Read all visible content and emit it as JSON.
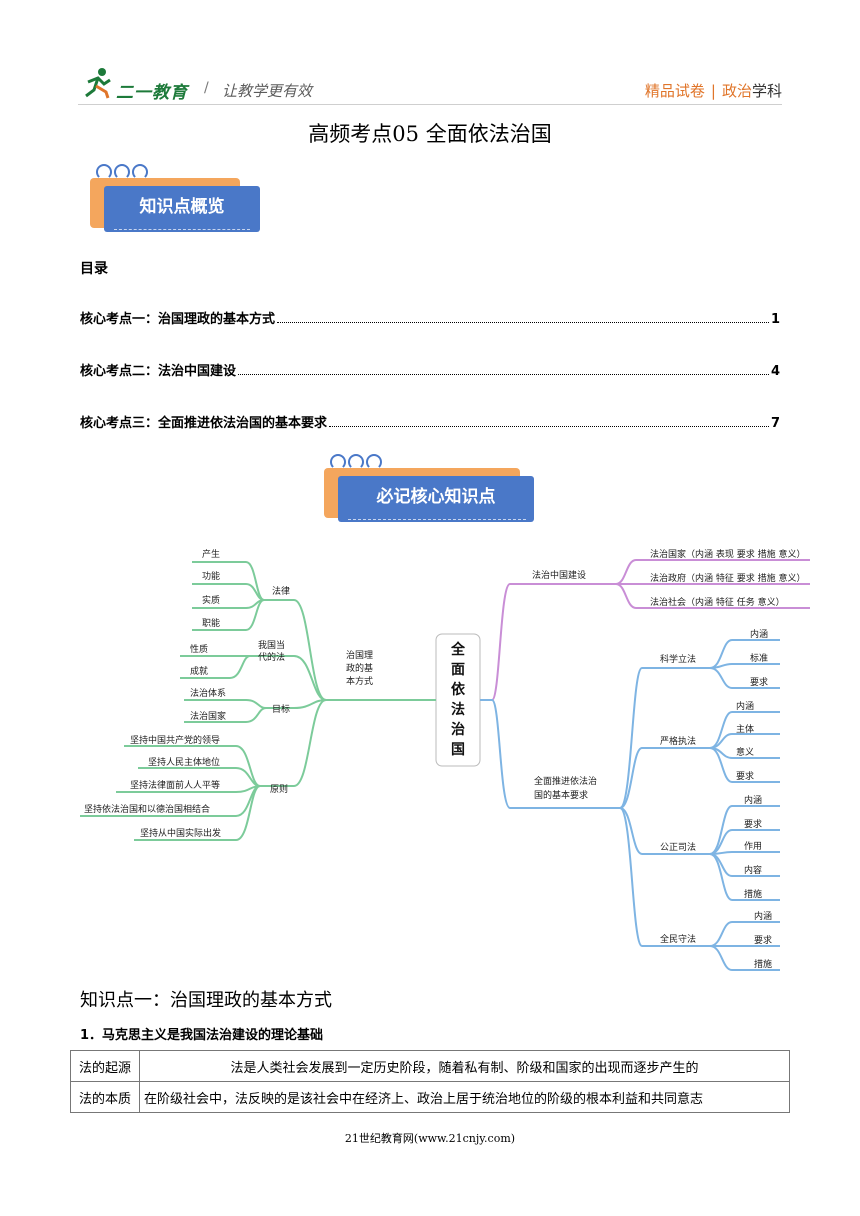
{
  "header": {
    "logo_text": "二一教育",
    "slogan": "让教学更有效",
    "right_a": "精品试卷",
    "right_sep": "|",
    "right_b": "政治",
    "right_c": "学科"
  },
  "doc_title": "高频考点05  全面依法治国",
  "badge1": "知识点概览",
  "toc": {
    "heading": "目录",
    "items": [
      {
        "label": "核心考点一：治国理政的基本方式",
        "page": "1"
      },
      {
        "label": "核心考点二：法治中国建设",
        "page": "4"
      },
      {
        "label": "核心考点三：全面推进依法治国的基本要求",
        "page": "7"
      }
    ]
  },
  "badge2": "必记核心知识点",
  "mindmap": {
    "center": [
      "全",
      "面",
      "依",
      "法",
      "治",
      "国"
    ],
    "left_main": [
      "治国理",
      "政的基",
      "本方式"
    ],
    "law": {
      "label": "法律",
      "items": [
        "产生",
        "功能",
        "实质",
        "职能"
      ]
    },
    "ourlaw": {
      "label": [
        "我国当",
        "代的法"
      ],
      "items": [
        "性质",
        "成就"
      ]
    },
    "goal": {
      "label": "目标",
      "items": [
        "法治体系",
        "法治国家"
      ]
    },
    "principle": {
      "label": "原则",
      "items": [
        "坚持中国共产党的领导",
        "坚持人民主体地位",
        "坚持法律面前人人平等",
        "坚持依法治国和以德治国相结合",
        "坚持从中国实际出发"
      ]
    },
    "right_top": {
      "label": "法治中国建设",
      "items": [
        "法治国家（内涵 表现 要求 措施 意义）",
        "法治政府（内涵 特征 要求 措施 意义）",
        "法治社会（内涵 特征 任务 意义）"
      ]
    },
    "right_bottom": {
      "label": [
        "全面推进依法治",
        "国的基本要求"
      ]
    },
    "kexue": {
      "label": "科学立法",
      "items": [
        "内涵",
        "标准",
        "要求"
      ]
    },
    "yange": {
      "label": "严格执法",
      "items": [
        "内涵",
        "主体",
        "意义",
        "要求"
      ]
    },
    "gongzheng": {
      "label": "公正司法",
      "items": [
        "内涵",
        "要求",
        "作用",
        "内容",
        "措施"
      ]
    },
    "quanmin": {
      "label": "全民守法",
      "items": [
        "内涵",
        "要求",
        "措施"
      ]
    }
  },
  "section": {
    "title": "知识点一：治国理政的基本方式",
    "subtitle": "1．马克思主义是我国法治建设的理论基础",
    "rows": [
      {
        "head": "法的起源",
        "text": "法是人类社会发展到一定历史阶段，随着私有制、阶级和国家的出现而逐步产生的"
      },
      {
        "head": "法的本质",
        "text": "在阶级社会中，法反映的是该社会中在经济上、政治上居于统治地位的阶级的根本利益和共同意志"
      }
    ]
  },
  "footer": "21世纪教育网(www.21cnjy.com)",
  "colors": {
    "green": "#7ccb9a",
    "purple": "#c98ed6",
    "blue": "#7eb4e3",
    "orange": "#e0752a",
    "badge_blue": "#4a78c8",
    "badge_orange": "#f4a65d"
  }
}
